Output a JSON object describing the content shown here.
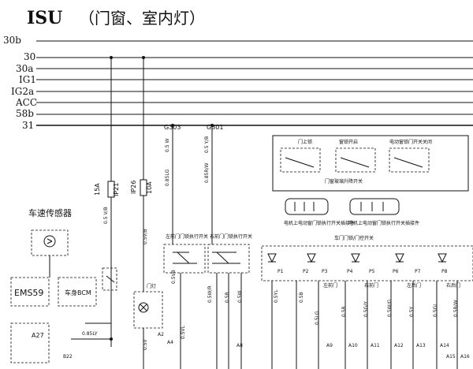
{
  "header": {
    "model": "ISU",
    "subtitle": "（门窗、室内灯）"
  },
  "power_rails": [
    "30b",
    "30",
    "30a",
    "IG1",
    "IG2a",
    "ACC",
    "58b",
    "31"
  ],
  "grounds": [
    "G303",
    "G301"
  ],
  "fuses": [
    {
      "label": "15A",
      "id": "IP21"
    },
    {
      "label": "10A",
      "id": "IP26"
    }
  ],
  "components": {
    "speed_sensor": "车速传感器",
    "ems": "EMS59",
    "bcm": "车身BCM",
    "door_lamp": "门灯",
    "light_switch_title": "门窗玻璃升降开关",
    "switch_states": [
      "门上锁",
      "窗锁开启",
      "电动窗锁门开关关闭"
    ],
    "connector_left_label": "电机上电动窗门锁执行开关插接件",
    "connector_right_label": "电机上电动窗门锁执行开关插接件",
    "left_switch": "左前门门锁执行开关",
    "right_switch": "右前门门锁执行开关",
    "lamp_box_title": "车门门锁/门控开关",
    "pins": [
      "P1",
      "P2",
      "P3",
      "P4",
      "P5",
      "P6",
      "P7",
      "P8"
    ],
    "misc": [
      "A27",
      "B22",
      "左前门",
      "右前门",
      "左后门",
      "右后门"
    ]
  },
  "wire_labels": [
    "0.85LG",
    "0.5 W",
    "0.85R/W",
    "0.5 Y/B",
    "0.5V/B",
    "0.5 V/B",
    "0.5VB",
    "0.85LY",
    "0.5V",
    "0.5VL",
    "0.5W/R",
    "0.5B",
    "0.5W",
    "0.5YL",
    "0.5B",
    "0.5LG",
    "0.5R",
    "0.5G/Y",
    "0.5W/G",
    "0.5Y",
    "0.5GL",
    "0.5B/W"
  ],
  "connector_codes": [
    "A2",
    "A4",
    "A8",
    "A9",
    "A10",
    "A11",
    "A12",
    "A13",
    "A14",
    "A15",
    "A16"
  ]
}
